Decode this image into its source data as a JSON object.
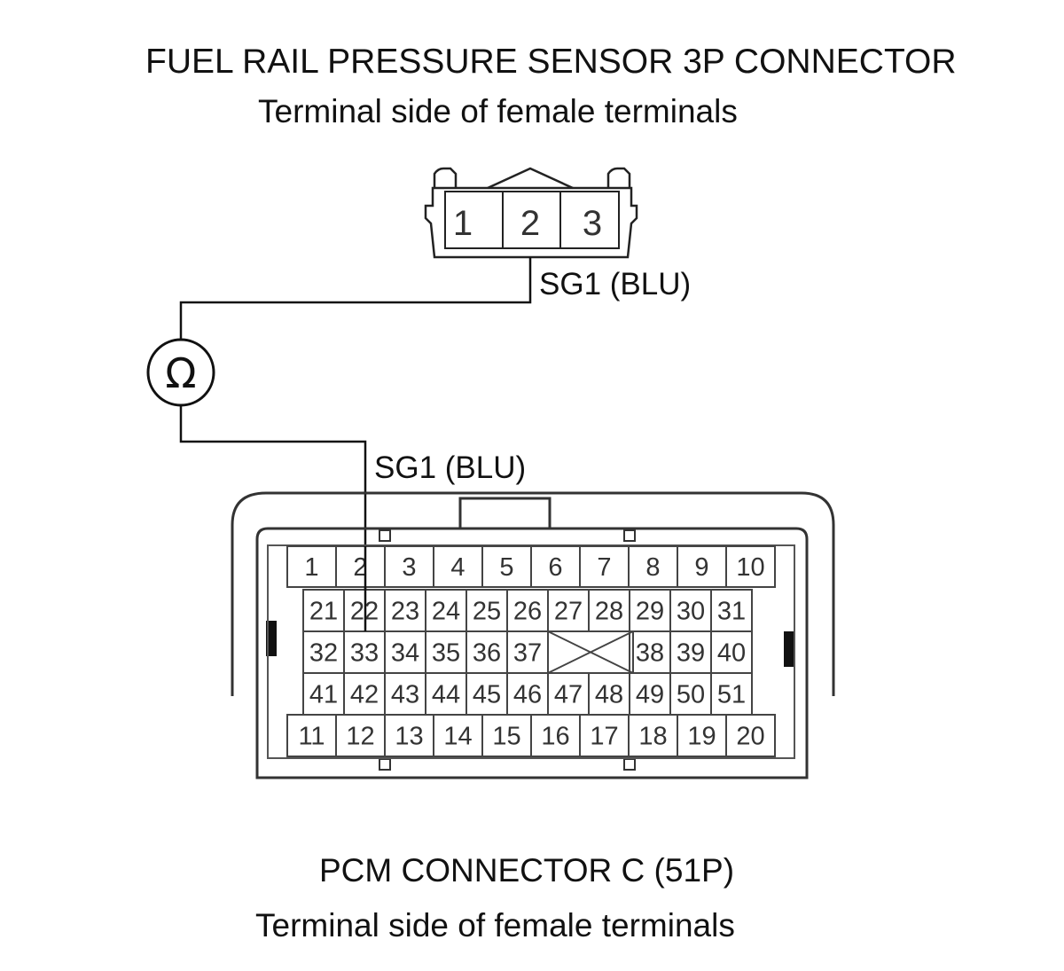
{
  "sensor_connector": {
    "title": "FUEL RAIL PRESSURE SENSOR 3P CONNECTOR",
    "subtitle": "Terminal side of female terminals",
    "pins": [
      "1",
      "2",
      "3"
    ]
  },
  "wire": {
    "sensor_side_label": "SG1 (BLU)",
    "pcm_side_label": "SG1 (BLU)"
  },
  "meter": {
    "symbol": "Ω",
    "icon": "ohmmeter-icon"
  },
  "pcm_connector": {
    "title": "PCM CONNECTOR C (51P)",
    "subtitle": "Terminal side of female terminals",
    "row1": [
      "1",
      "2",
      "3",
      "4",
      "5",
      "6",
      "7",
      "8",
      "9",
      "10"
    ],
    "row2": [
      "21",
      "22",
      "23",
      "24",
      "25",
      "26",
      "27",
      "28",
      "29",
      "30",
      "31"
    ],
    "row3_left": [
      "32",
      "33",
      "34",
      "35",
      "36",
      "37"
    ],
    "row3_right": [
      "38",
      "39",
      "40"
    ],
    "row4": [
      "41",
      "42",
      "43",
      "44",
      "45",
      "46",
      "47",
      "48",
      "49",
      "50",
      "51"
    ],
    "row5": [
      "11",
      "12",
      "13",
      "14",
      "15",
      "16",
      "17",
      "18",
      "19",
      "20"
    ]
  }
}
